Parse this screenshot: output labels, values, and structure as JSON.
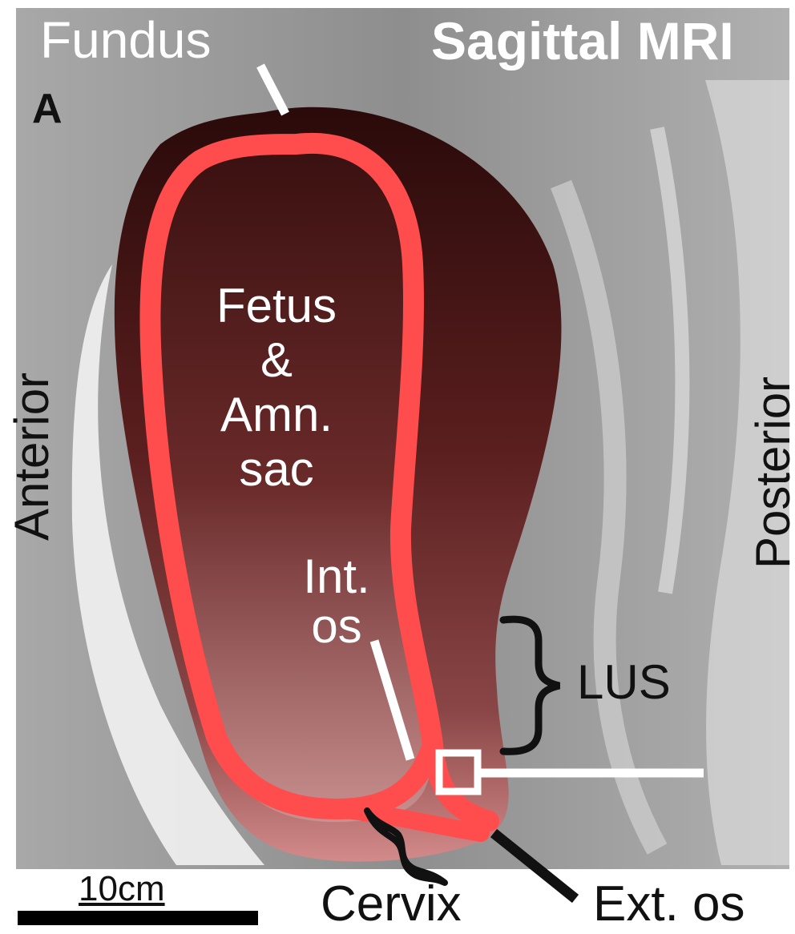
{
  "figure": {
    "title": "Sagittal MRI",
    "panel_letter": "A",
    "colors": {
      "background_gray": "#9a9a9a",
      "uterus_dark": "#3a1414",
      "wall_red": "#ff4a4a",
      "label_white": "#ffffff",
      "label_black": "#111111"
    },
    "labels": {
      "fundus": "Fundus",
      "anterior": "Anterior",
      "posterior": "Posterior",
      "fetus_line1": "Fetus",
      "fetus_line2": "&",
      "fetus_line3": "Amn.",
      "fetus_line4": "sac",
      "int_os_line1": "Int.",
      "int_os_line2": "os",
      "lus": "LUS",
      "cervix": "Cervix",
      "ext_os": "Ext. os"
    },
    "scale_bar": {
      "label": "10cm"
    }
  }
}
